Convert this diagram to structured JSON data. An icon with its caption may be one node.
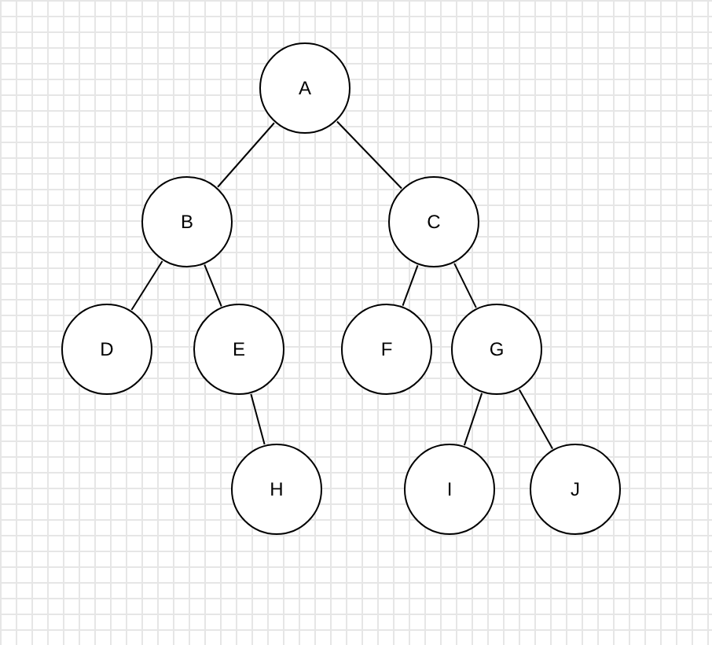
{
  "diagram": {
    "nodes": [
      {
        "text": [
          "A"
        ]
      },
      {
        "text": [
          "B"
        ]
      },
      {
        "text": [
          "C"
        ]
      },
      {
        "text": [
          "D"
        ]
      },
      {
        "text": [
          "E"
        ]
      },
      {
        "text": [
          "F"
        ]
      },
      {
        "text": [
          "G"
        ]
      },
      {
        "text": [
          "H"
        ]
      },
      {
        "text": [
          "I"
        ]
      },
      {
        "text": [
          "J"
        ]
      }
    ],
    "edges": [
      {
        "from": 0,
        "to": 1,
        "arrow": "none"
      },
      {
        "from": 0,
        "to": 2,
        "arrow": "none"
      },
      {
        "from": 1,
        "to": 3,
        "arrow": "none"
      },
      {
        "from": 1,
        "to": 4,
        "arrow": "none"
      },
      {
        "from": 4,
        "to": 7,
        "arrow": "none"
      },
      {
        "from": 2,
        "to": 5,
        "arrow": "none"
      },
      {
        "from": 2,
        "to": 6,
        "arrow": "none"
      },
      {
        "from": 6,
        "to": 8,
        "arrow": "none"
      },
      {
        "from": 6,
        "to": 9,
        "arrow": "none"
      }
    ]
  }
}
